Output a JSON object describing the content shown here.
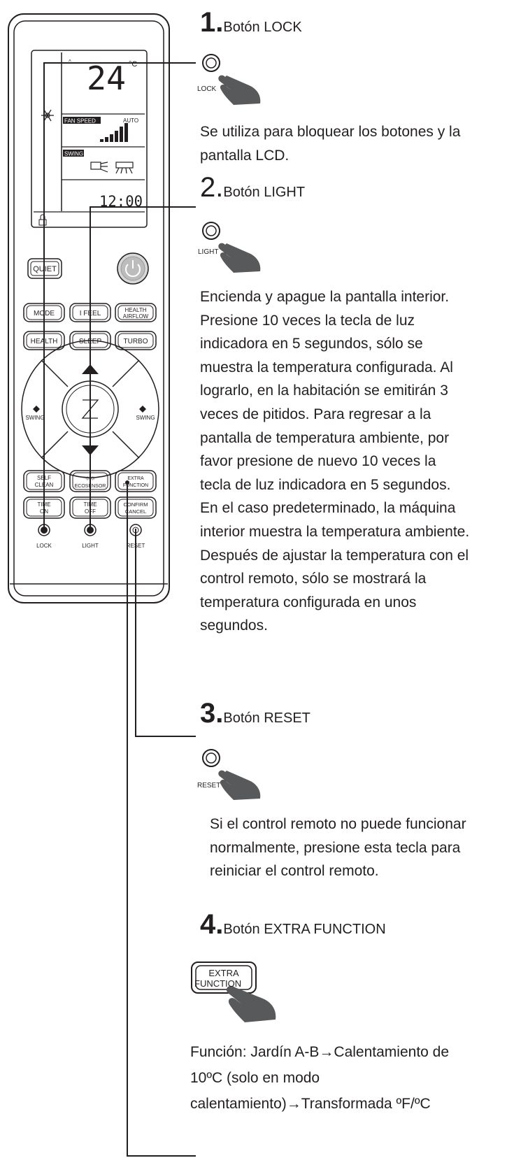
{
  "remote": {
    "lcd": {
      "temp": "24",
      "temp_unit": "°C",
      "fan_speed_label": "FAN SPEED",
      "auto_label": "AUTO",
      "swing_label": "SWING",
      "time": "12:00"
    },
    "buttons": {
      "quiet": "QUIET",
      "mode": "MODE",
      "ifeel": "I FEEL",
      "health_airflow_1": "HEALTH",
      "health_airflow_2": "AIRFLOW",
      "health": "HEALTH",
      "sleep": "SLEEP",
      "turbo": "TURBO",
      "swing_left": "SWING",
      "swing_right": "SWING",
      "self_clean_1": "SELF",
      "self_clean_2": "CLEAN",
      "ecosensor": "ECOSENSOR",
      "extra_function_1": "EXTRA",
      "extra_function_2": "FUNCTION",
      "time_on_1": "TIME",
      "time_on_2": "ON",
      "time_off_1": "TIME",
      "time_off_2": "OFF",
      "confirm_1": "CONFIRM",
      "confirm_2": "CANCEL",
      "lock": "LOCK",
      "light": "LIGHT",
      "reset": "RESET"
    }
  },
  "sections": [
    {
      "number": "1",
      "title": "Botón LOCK",
      "icon_label": "LOCK",
      "body": "Se utiliza para bloquear los botones y la pantalla LCD."
    },
    {
      "number": "2",
      "title": "Botón LIGHT",
      "icon_label": "LIGHT",
      "body": "Encienda y apague la pantalla interior. Presione 10 veces la tecla de luz indicadora en 5 segundos, sólo se muestra la temperatura configurada. Al lograrlo, en la habitación se emitirán 3 veces de pitidos. Para regresar a la pantalla de temperatura ambiente, por favor presione de nuevo 10 veces la tecla de luz indicadora en 5 segundos. En el caso predeterminado, la máquina interior muestra la temperatura ambiente. Después de ajustar la temperatura con el control remoto, sólo se mostrará la temperatura configurada en unos segundos."
    },
    {
      "number": "3",
      "title": "Botón RESET",
      "icon_label": "RESET",
      "body": "Si el control remoto no puede funcionar normalmente, presione esta tecla para reiniciar el control remoto."
    },
    {
      "number": "4",
      "title": "Botón EXTRA FUNCTION",
      "icon_label_1": "EXTRA",
      "icon_label_2": "FUNCTION",
      "body": "Función: Jardín A-B→Calentamiento de 10ºC (solo en modo calentamiento)→Transformada ºF/ºC"
    }
  ]
}
